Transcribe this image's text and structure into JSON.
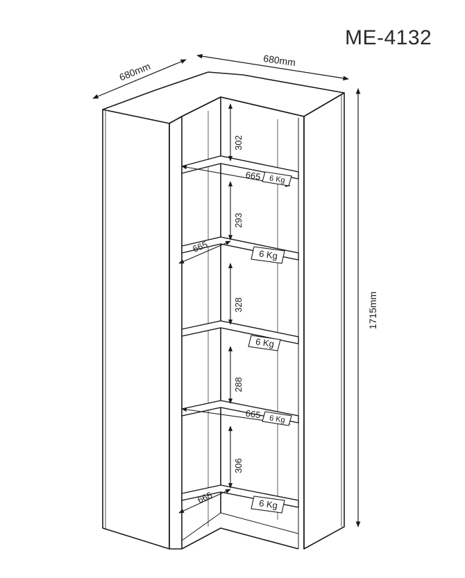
{
  "model_code": "ME-4132",
  "dimensions": {
    "depth_label": "680mm",
    "width_label": "680mm",
    "height_label": "1715mm"
  },
  "compartments": [
    {
      "height": "302"
    },
    {
      "height": "293"
    },
    {
      "height": "328"
    },
    {
      "height": "288"
    },
    {
      "height": "306"
    }
  ],
  "shelves": [
    {
      "depth": "665",
      "load": "6 Kg"
    },
    {
      "depth": "665",
      "load": "6 Kg"
    },
    {
      "depth": "",
      "load": "6 Kg"
    },
    {
      "depth": "665",
      "load": "6 Kg"
    },
    {
      "depth": "665",
      "load": "6 Kg"
    }
  ]
}
